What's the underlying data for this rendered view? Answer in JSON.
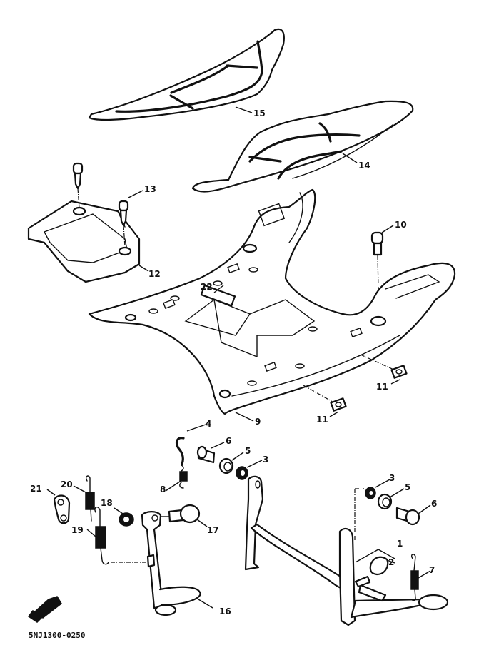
{
  "diagram": {
    "type": "exploded parts diagram",
    "subject": "footrest / floor board frame and stands",
    "reference_code": "5NJ1300-0250",
    "front_indicator_icon": "front-direction-icon",
    "callouts": [
      {
        "id": "c1",
        "label": "1",
        "part": "main-stand"
      },
      {
        "id": "c2",
        "label": "2",
        "part": "stand-stopper"
      },
      {
        "id": "c3a",
        "label": "3",
        "part": "nut"
      },
      {
        "id": "c3b",
        "label": "3",
        "part": "nut"
      },
      {
        "id": "c4",
        "label": "4",
        "part": "hook-pin"
      },
      {
        "id": "c5a",
        "label": "5",
        "part": "collar"
      },
      {
        "id": "c5b",
        "label": "5",
        "part": "collar"
      },
      {
        "id": "c6a",
        "label": "6",
        "part": "bolt"
      },
      {
        "id": "c6b",
        "label": "6",
        "part": "bolt"
      },
      {
        "id": "c7",
        "label": "7",
        "part": "main-stand-spring"
      },
      {
        "id": "c8",
        "label": "8",
        "part": "small-spring"
      },
      {
        "id": "c9",
        "label": "9",
        "part": "footrest-board-frame"
      },
      {
        "id": "c10",
        "label": "10",
        "part": "bolt"
      },
      {
        "id": "c11a",
        "label": "11",
        "part": "nut-plate"
      },
      {
        "id": "c11b",
        "label": "11",
        "part": "nut-plate"
      },
      {
        "id": "c12",
        "label": "12",
        "part": "cover"
      },
      {
        "id": "c13",
        "label": "13",
        "part": "screw"
      },
      {
        "id": "c14",
        "label": "14",
        "part": "mat-right"
      },
      {
        "id": "c15",
        "label": "15",
        "part": "mat-left"
      },
      {
        "id": "c16",
        "label": "16",
        "part": "side-stand"
      },
      {
        "id": "c17",
        "label": "17",
        "part": "side-stand-bolt"
      },
      {
        "id": "c18",
        "label": "18",
        "part": "nut"
      },
      {
        "id": "c19",
        "label": "19",
        "part": "side-stand-spring-1"
      },
      {
        "id": "c20",
        "label": "20",
        "part": "side-stand-spring-2"
      },
      {
        "id": "c21",
        "label": "21",
        "part": "bracket"
      },
      {
        "id": "c22",
        "label": "22",
        "part": "damper"
      }
    ]
  }
}
